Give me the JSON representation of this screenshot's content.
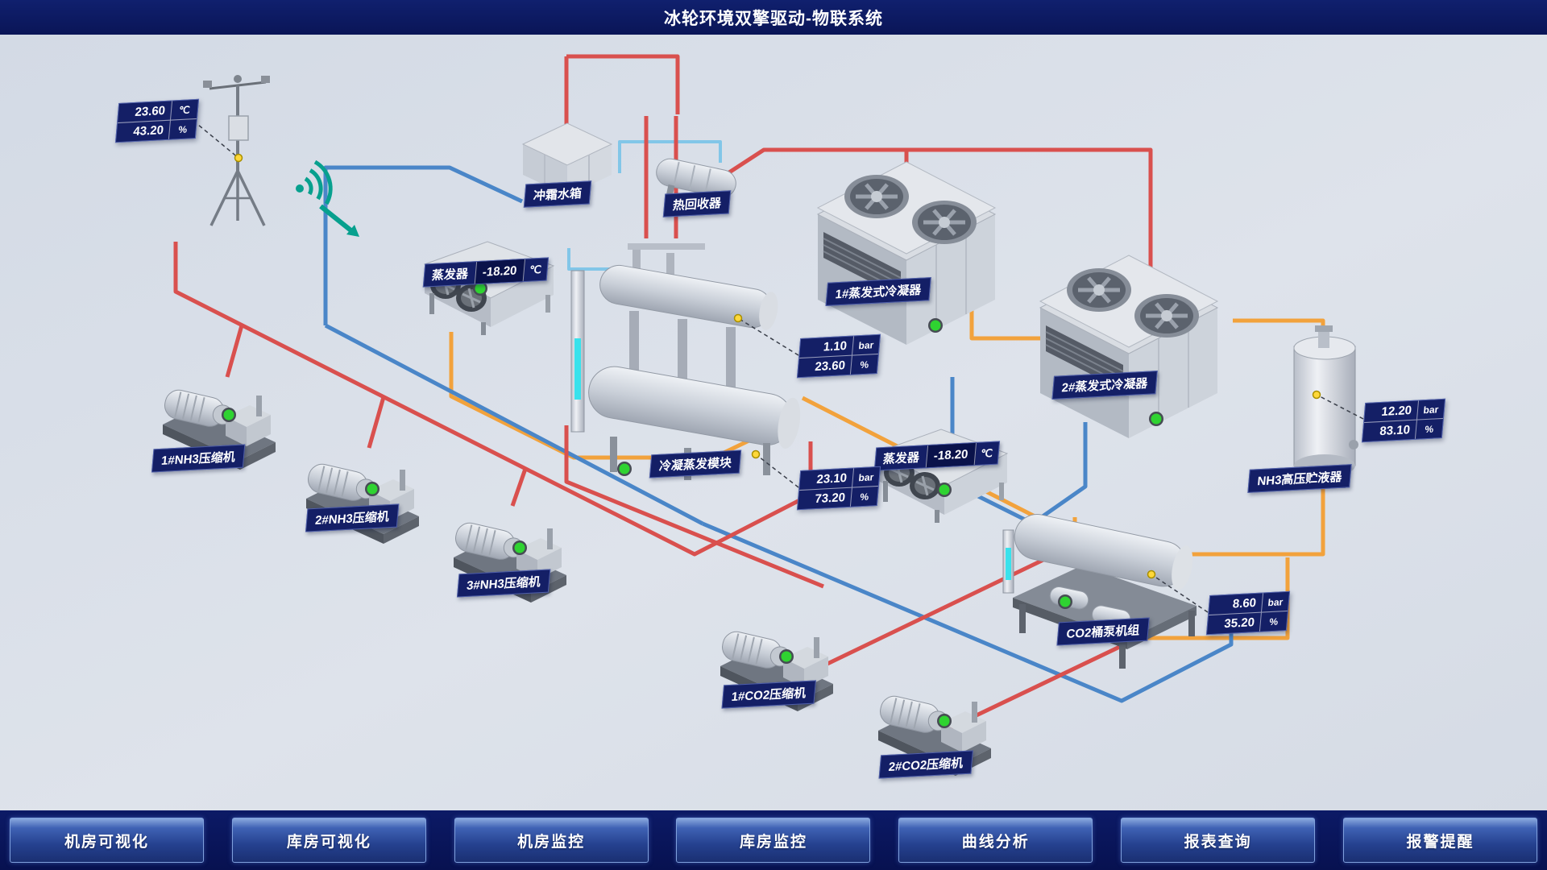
{
  "header": {
    "title": "冰轮环境双擎驱动-物联系统"
  },
  "weather": {
    "temp": "23.60",
    "temp_unit": "℃",
    "humidity": "43.20",
    "humidity_unit": "%"
  },
  "equipment": {
    "defrost_tank": {
      "label": "冲霜水箱"
    },
    "heat_recovery": {
      "label": "热回收器"
    },
    "evaporator1": {
      "label": "蒸发器",
      "temp": "-18.20",
      "unit": "℃"
    },
    "evaporator2": {
      "label": "蒸发器",
      "temp": "-18.20",
      "unit": "℃"
    },
    "condenser1": {
      "label": "1#蒸发式冷凝器"
    },
    "condenser2": {
      "label": "2#蒸发式冷凝器"
    },
    "module": {
      "label": "冷凝蒸发模块"
    },
    "nh3_receiver": {
      "label": "NH3高压贮液器"
    },
    "co2_pump_unit": {
      "label": "CO2桶泵机组"
    },
    "nh3_comp1": {
      "label": "1#NH3压缩机"
    },
    "nh3_comp2": {
      "label": "2#NH3压缩机"
    },
    "nh3_comp3": {
      "label": "3#NH3压缩机"
    },
    "co2_comp1": {
      "label": "1#CO2压缩机"
    },
    "co2_comp2": {
      "label": "2#CO2压缩机"
    }
  },
  "gauges": {
    "module_high": {
      "v1": "1.10",
      "u1": "bar",
      "v2": "23.60",
      "u2": "%"
    },
    "module_low": {
      "v1": "23.10",
      "u1": "bar",
      "v2": "73.20",
      "u2": "%"
    },
    "nh3_receiver": {
      "v1": "12.20",
      "u1": "bar",
      "v2": "83.10",
      "u2": "%"
    },
    "co2_pump": {
      "v1": "8.60",
      "u1": "bar",
      "v2": "35.20",
      "u2": "%"
    }
  },
  "status": {
    "running_color": "#2fd331"
  },
  "colors": {
    "pipe_hot": "#d9504e",
    "pipe_cold": "#4a86c8",
    "pipe_warm": "#f2a23c",
    "pipe_chilled": "#82c6e8",
    "badge_navy": "#141f66",
    "wifi_teal": "#07a08e"
  },
  "nav": {
    "items": [
      "机房可视化",
      "库房可视化",
      "机房监控",
      "库房监控",
      "曲线分析",
      "报表查询",
      "报警提醒"
    ]
  }
}
